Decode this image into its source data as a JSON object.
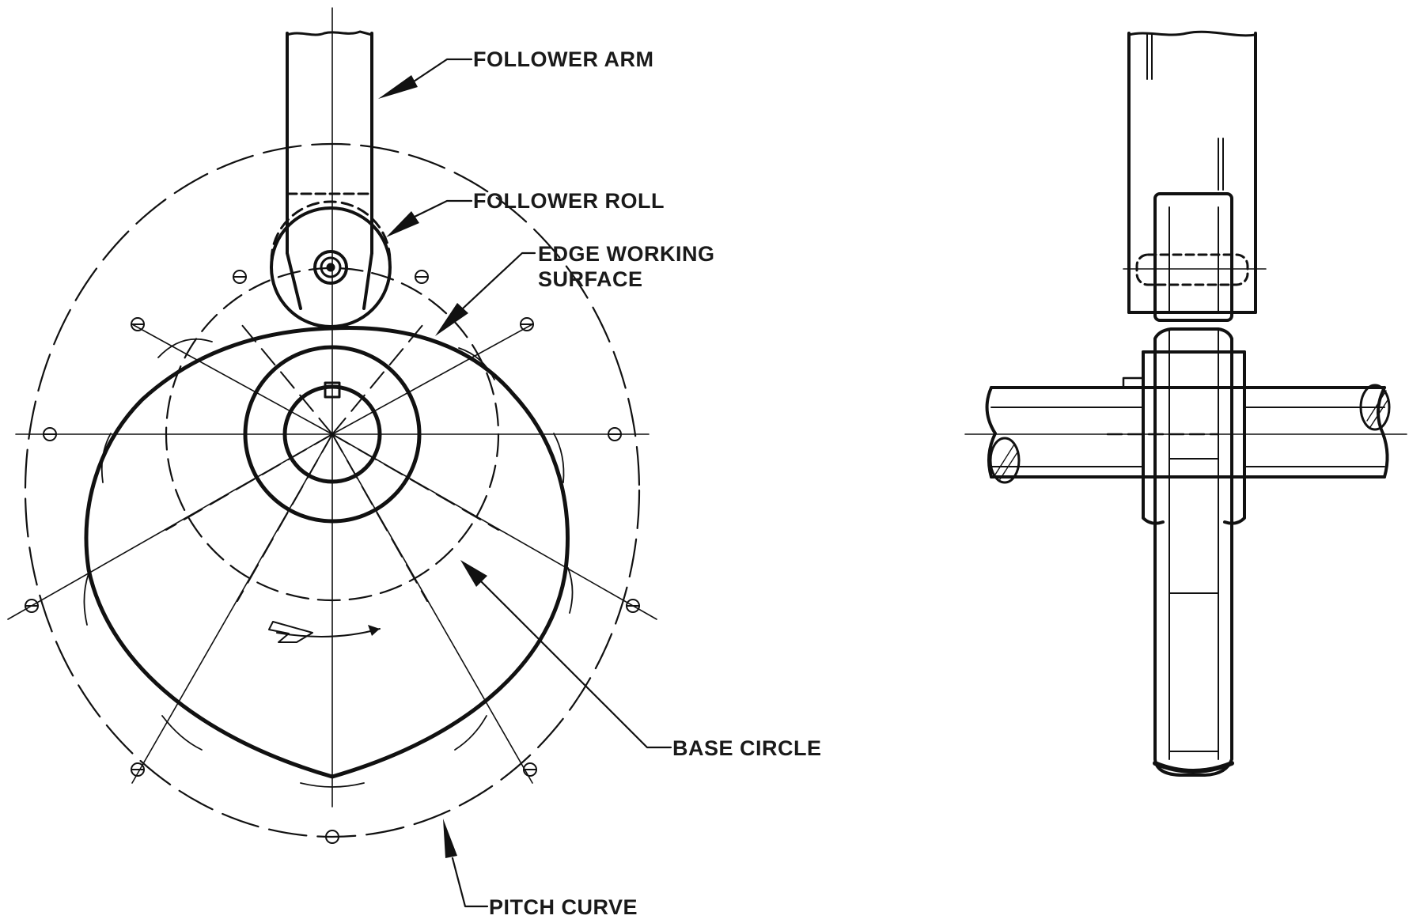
{
  "labels": {
    "follower_arm": "FOLLOWER ARM",
    "follower_roll": "FOLLOWER ROLL",
    "edge_working_line1": "EDGE WORKING",
    "edge_working_line2": "SURFACE",
    "base_circle": "BASE CIRCLE",
    "pitch_curve": "PITCH CURVE"
  },
  "colors": {
    "ink": "#111111",
    "background": "#ffffff"
  },
  "views": [
    "front-view",
    "side-view"
  ],
  "icons": [
    "rotation-arrow-icon",
    "leader-arrow-icon"
  ]
}
